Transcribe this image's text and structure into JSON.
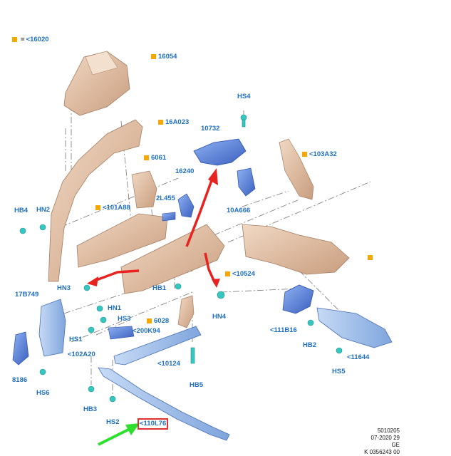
{
  "legend": {
    "marker_color": "#f5a800",
    "separator": "=",
    "text": "<16020"
  },
  "labels": [
    {
      "id": "16054",
      "text": "16054",
      "marker": true
    },
    {
      "id": "16A023",
      "text": "16A023",
      "marker": true
    },
    {
      "id": "6061",
      "text": "6061",
      "marker": true
    },
    {
      "id": "101A88",
      "text": "<101A88",
      "marker": true
    },
    {
      "id": "10732",
      "text": "10732",
      "marker": false
    },
    {
      "id": "HS4",
      "text": "HS4",
      "marker": false
    },
    {
      "id": "103A32",
      "text": "<103A32",
      "marker": true
    },
    {
      "id": "16240",
      "text": "16240",
      "marker": false
    },
    {
      "id": "2L455",
      "text": "2L455",
      "marker": false
    },
    {
      "id": "10A666",
      "text": "10A666",
      "marker": false
    },
    {
      "id": "HB4",
      "text": "HB4",
      "marker": false
    },
    {
      "id": "HN2",
      "text": "HN2",
      "marker": false
    },
    {
      "id": "blank_marker",
      "text": "",
      "marker": true
    },
    {
      "id": "10524",
      "text": "<10524",
      "marker": true
    },
    {
      "id": "HN3",
      "text": "HN3",
      "marker": false
    },
    {
      "id": "HB1",
      "text": "HB1",
      "marker": false
    },
    {
      "id": "HN4",
      "text": "HN4",
      "marker": false
    },
    {
      "id": "17B749",
      "text": "17B749",
      "marker": false
    },
    {
      "id": "HN1",
      "text": "HN1",
      "marker": false
    },
    {
      "id": "HS3",
      "text": "HS3",
      "marker": false
    },
    {
      "id": "6028",
      "text": "6028",
      "marker": true
    },
    {
      "id": "200K94",
      "text": "<200K94",
      "marker": false
    },
    {
      "id": "HS1",
      "text": "HS1",
      "marker": false
    },
    {
      "id": "111B16",
      "text": "<111B16",
      "marker": false
    },
    {
      "id": "HB2",
      "text": "HB2",
      "marker": false
    },
    {
      "id": "102A20",
      "text": "<102A20",
      "marker": false
    },
    {
      "id": "11644",
      "text": "<11644",
      "marker": false
    },
    {
      "id": "10124",
      "text": "<10124",
      "marker": false
    },
    {
      "id": "8186",
      "text": "8186",
      "marker": false
    },
    {
      "id": "HS6",
      "text": "HS6",
      "marker": false
    },
    {
      "id": "HS5",
      "text": "HS5",
      "marker": false
    },
    {
      "id": "HB5",
      "text": "HB5",
      "marker": false
    },
    {
      "id": "HB3",
      "text": "HB3",
      "marker": false
    },
    {
      "id": "HS2",
      "text": "HS2",
      "marker": false
    },
    {
      "id": "110L76",
      "text": "<110L76",
      "marker": false,
      "highlighted": true
    }
  ],
  "footer": {
    "line1": "5010205",
    "line2": "07-2020 29",
    "line3": "GE",
    "line4": "K 0356243 00"
  },
  "colors": {
    "label_text": "#1e6fc0",
    "marker": "#f5a800",
    "highlight_box": "#e03030",
    "arrow_red": "#e8231f",
    "arrow_green": "#2ee02e",
    "part_body": "#e2c0a4",
    "part_blue": "#4a78d0",
    "fastener": "#35c7c0"
  }
}
